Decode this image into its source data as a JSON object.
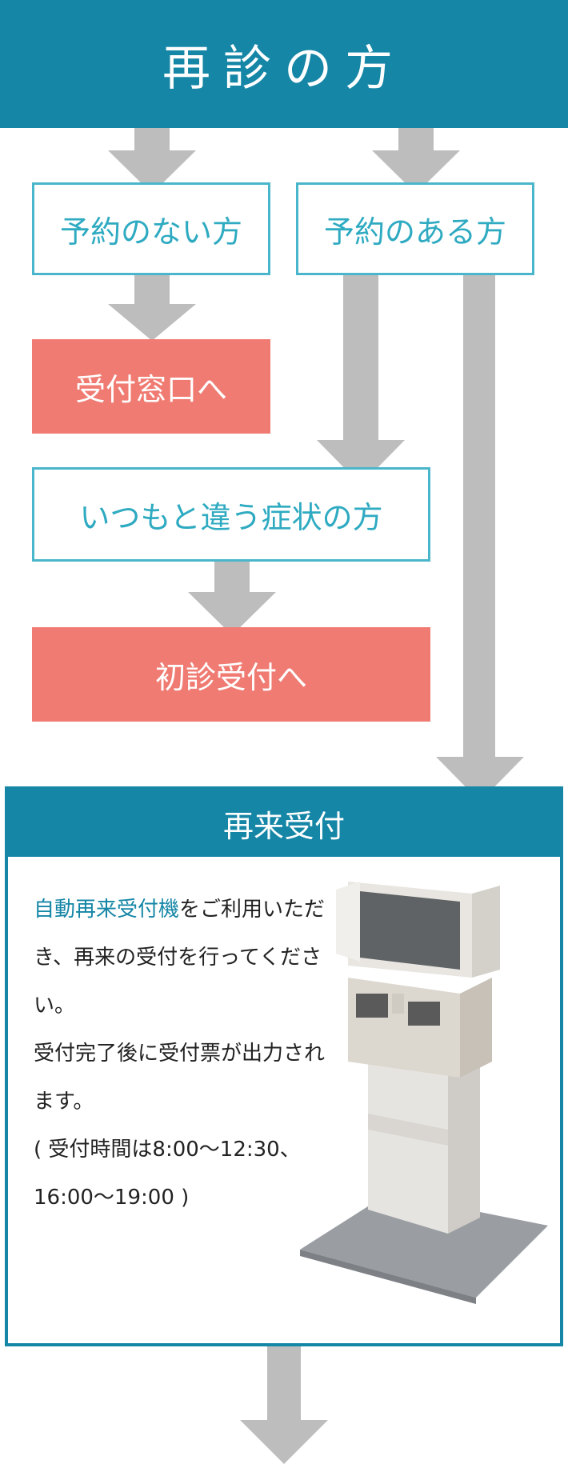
{
  "header": {
    "title": "再診の方"
  },
  "boxes": {
    "no_appointment": "予約のない方",
    "with_appointment": "予約のある方",
    "different_symptoms": "いつもと違う症状の方"
  },
  "destinations": {
    "reception_window": "受付窓口へ",
    "first_visit_reception": "初診受付へ"
  },
  "panel": {
    "title": "再来受付",
    "text_accent": "自動再来受付機",
    "text_rest": "をご利用いただき、再来の受付を行ってください。",
    "line2": "受付完了後に受付票が出力されます。",
    "hours_line1": "( 受付時間は8:00〜12:30、",
    "hours_line2": "16:00〜19:00 )"
  },
  "colors": {
    "teal": "#1586a6",
    "box_border": "#4ab6cb",
    "red": "#f07b72",
    "arrow": "#bdbdbd"
  }
}
